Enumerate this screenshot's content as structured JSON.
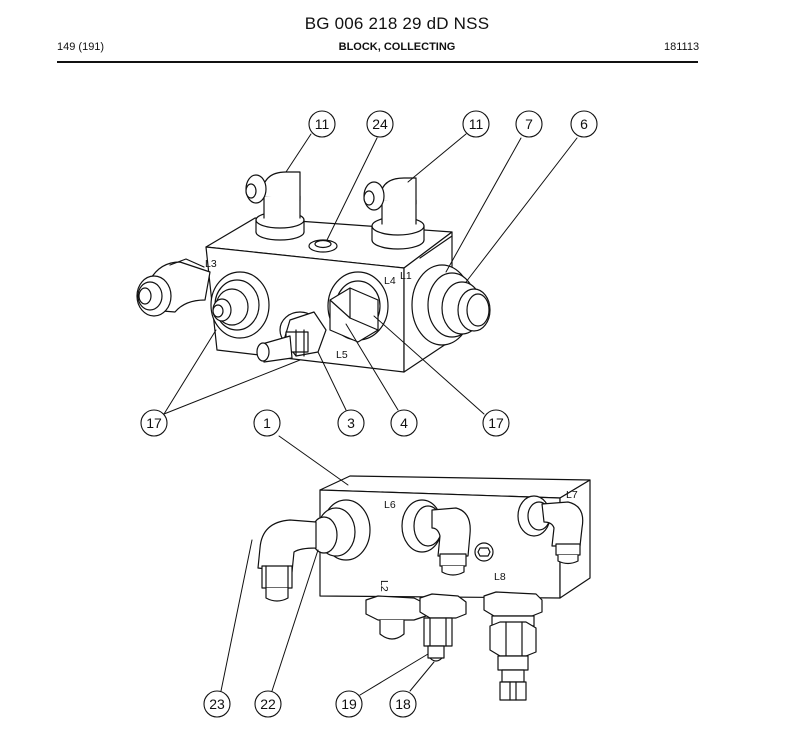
{
  "header": {
    "doc_title": "BG 006 218 29 dD NSS",
    "page_no": "149 (191)",
    "subtitle": "BLOCK, COLLECTING",
    "date_code": "181113"
  },
  "callouts_top": [
    "11",
    "24",
    "11",
    "7",
    "6"
  ],
  "callouts_mid": [
    "17",
    "1",
    "3",
    "4",
    "17"
  ],
  "callouts_bottom": [
    "23",
    "22",
    "19",
    "18"
  ],
  "ports": {
    "l1": "L1",
    "l2": "L2",
    "l3": "L3",
    "l4": "L4",
    "l5": "L5",
    "l6": "L6",
    "l7": "L7",
    "l8": "L8"
  },
  "colors": {
    "line": "#111111",
    "paper": "#ffffff"
  }
}
